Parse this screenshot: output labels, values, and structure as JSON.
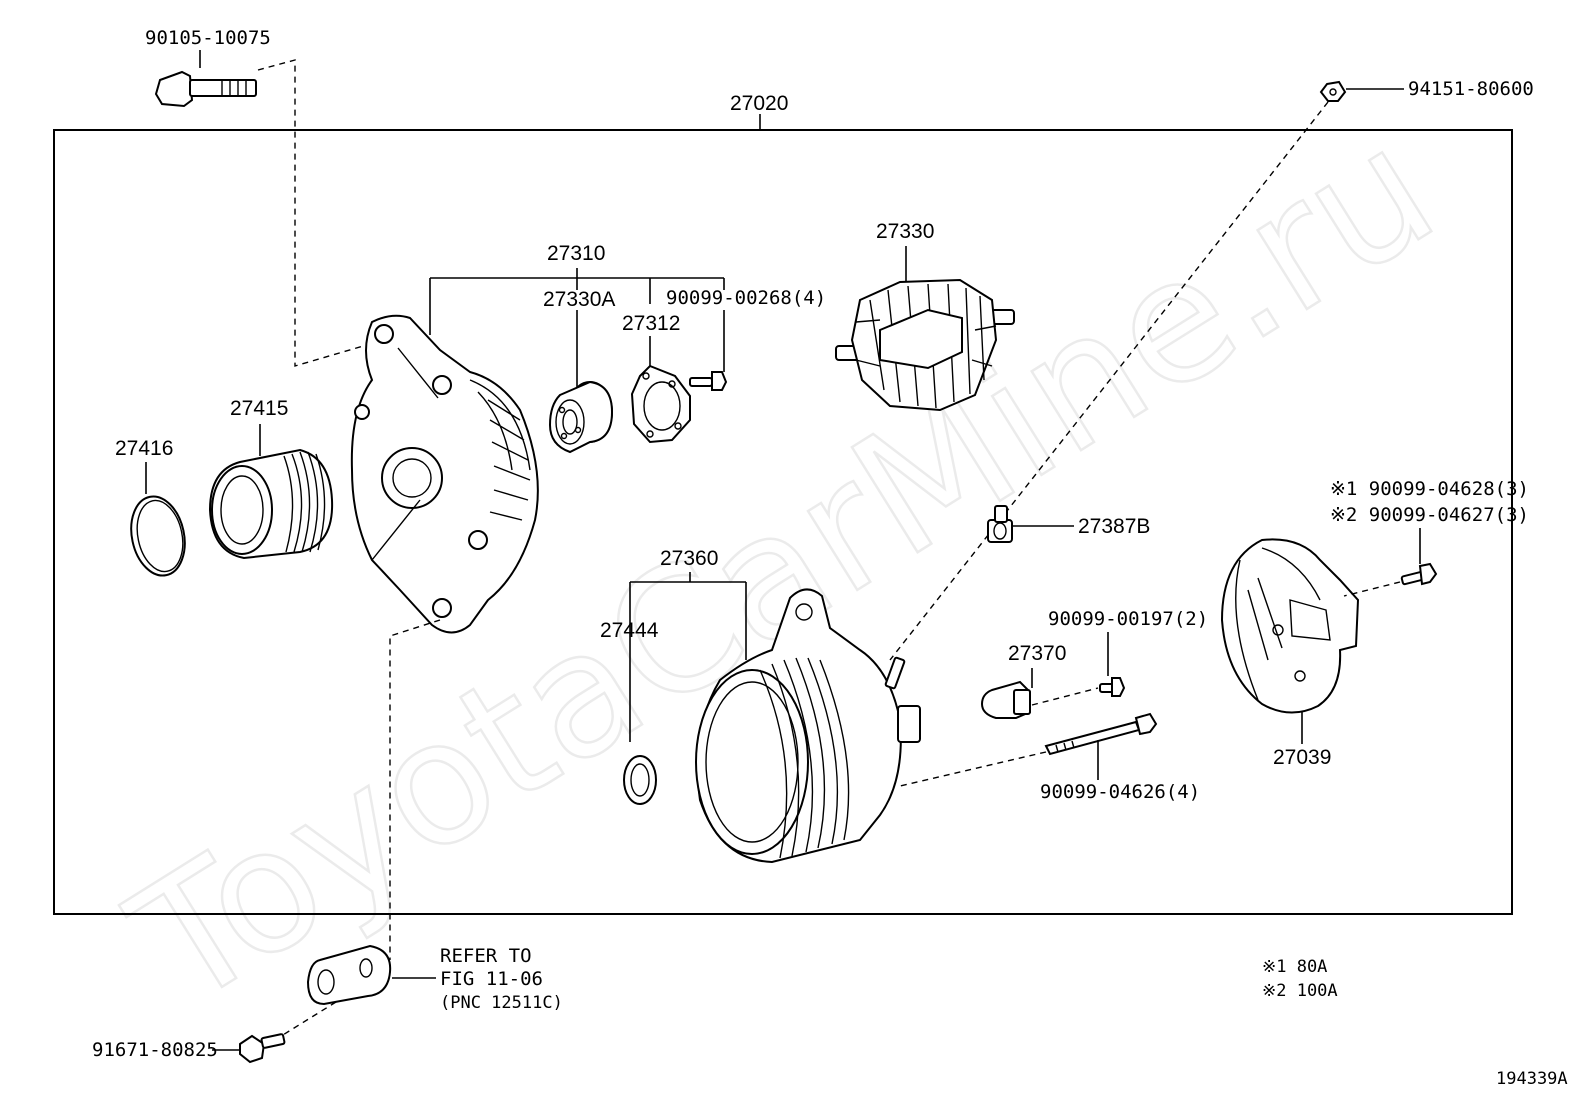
{
  "watermark": "ToyotaCarMine.ru",
  "diagram_id": "194339A",
  "assembly": {
    "part_no": "27020"
  },
  "parts": {
    "bolt_top": "90105-10075",
    "nut_top_right": "94151-80600",
    "frame_assy": "27310",
    "bearing": "27330A",
    "retainer": "27312",
    "retainer_screw": "90099-00268(4)",
    "rotor": "27330",
    "pulley": "27415",
    "pulley_cap": "27416",
    "terminal_insulator": "27387B",
    "rear_frame": "27360",
    "rear_seal": "27444",
    "regulator": "27370",
    "regulator_screw": "90099-00197(2)",
    "through_bolt": "90099-04626(4)",
    "end_cover": "27039",
    "cover_screw_1": "※1 90099-04628(3)",
    "cover_screw_2": "※2 90099-04627(3)",
    "bolt_bottom": "91671-80825"
  },
  "reference": {
    "line1": "REFER TO",
    "line2": "FIG 11-06",
    "line3": "(PNC 12511C)"
  },
  "notes": [
    "※1 80A",
    "※2 100A"
  ],
  "icons": [
    "bolt-icon",
    "nut-icon",
    "alternator-frame-icon",
    "bearing-icon",
    "retainer-icon",
    "screw-icon",
    "rotor-icon",
    "pulley-icon",
    "cap-icon",
    "insulator-icon",
    "stator-housing-icon",
    "seal-ring-icon",
    "regulator-icon",
    "long-bolt-icon",
    "end-cover-icon",
    "bracket-collar-icon"
  ]
}
